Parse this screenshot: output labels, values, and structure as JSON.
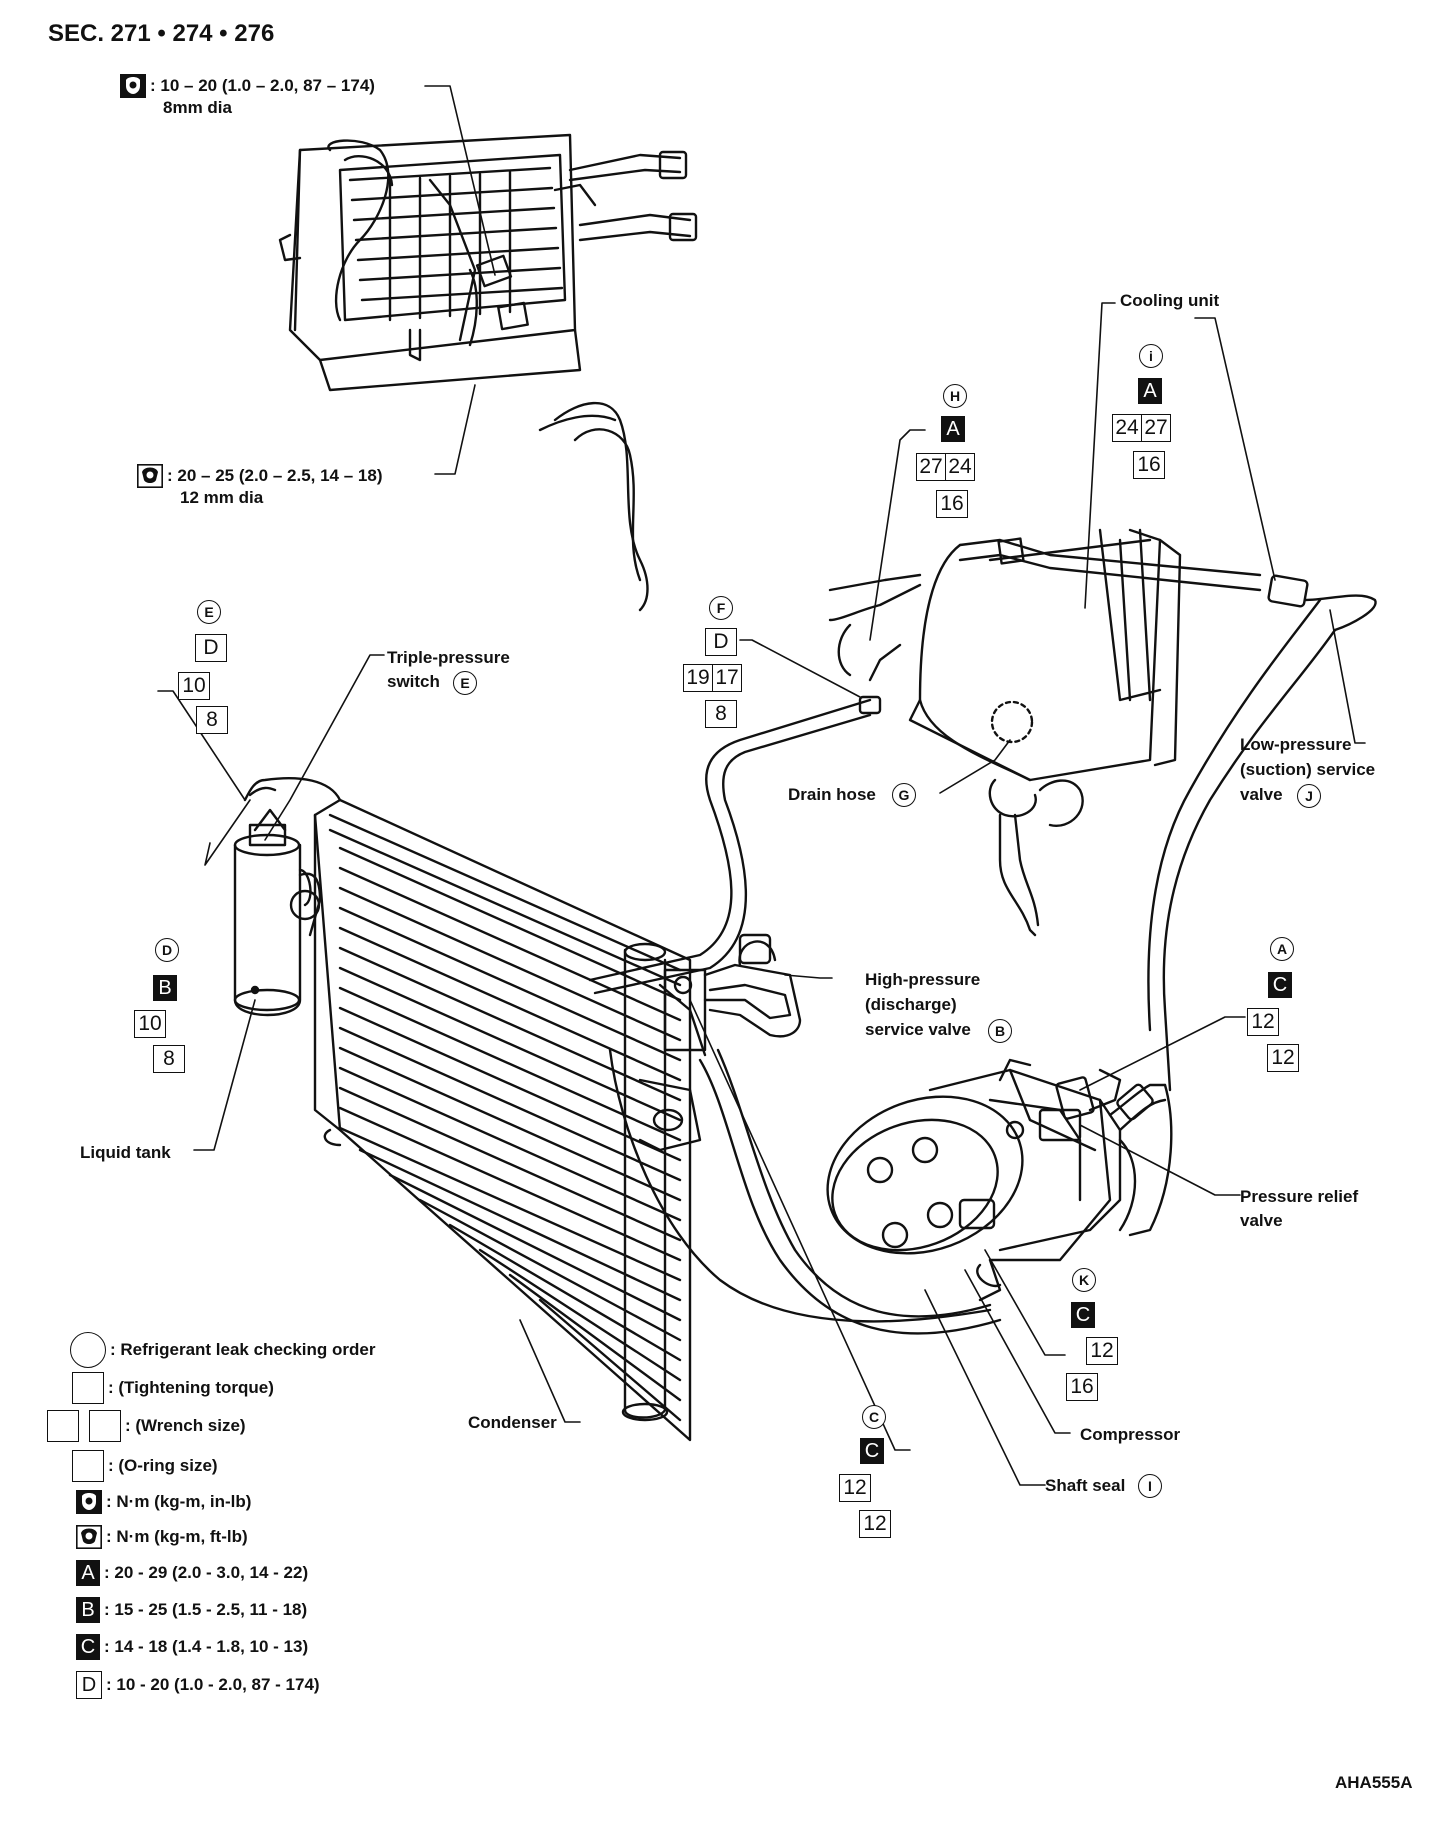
{
  "header": {
    "title": "SEC. 271 • 274 • 276"
  },
  "figure_code": "AHA555A",
  "callouts": {
    "torque_8mm": {
      "value": ": 10 – 20 (1.0 – 2.0, 87 – 174)",
      "size": "8mm dia"
    },
    "torque_12mm": {
      "value": ": 20 – 25 (2.0 – 2.5, 14 – 18)",
      "size": "12 mm dia"
    },
    "cooling_unit": "Cooling unit",
    "triple_pressure": {
      "line1": "Triple-pressure",
      "line2": "switch",
      "letter": "E"
    },
    "drain_hose": {
      "label": "Drain hose",
      "letter": "G"
    },
    "low_pressure": {
      "line1": "Low-pressure",
      "line2": "(suction) service",
      "line3": "valve",
      "letter": "J"
    },
    "high_pressure": {
      "line1": "High-pressure",
      "line2": "(discharge)",
      "line3": "service valve",
      "letter": "B"
    },
    "pressure_relief": {
      "line1": "Pressure relief",
      "line2": "valve"
    },
    "liquid_tank": "Liquid tank",
    "condenser": "Condenser",
    "compressor": "Compressor",
    "shaft_seal": {
      "label": "Shaft seal",
      "letter": "I"
    }
  },
  "joints": {
    "E": {
      "letter": "E",
      "torque": "D",
      "wrench": "10",
      "oring": "8"
    },
    "F": {
      "letter": "F",
      "torque": "D",
      "wrench_a": "19",
      "wrench_b": "17",
      "oring": "8"
    },
    "H": {
      "letter": "H",
      "torque": "A",
      "wrench_a": "27",
      "wrench_b": "24",
      "oring": "16"
    },
    "i": {
      "letter": "i",
      "torque": "A",
      "wrench_a": "24",
      "wrench_b": "27",
      "oring": "16"
    },
    "D": {
      "letter": "D",
      "torque": "B",
      "wrench": "10",
      "oring": "8"
    },
    "A": {
      "letter": "A",
      "torque": "C",
      "wrench": "12",
      "oring": "12"
    },
    "K": {
      "letter": "K",
      "torque": "C",
      "wrench": "12",
      "oring": "16"
    },
    "C": {
      "letter": "C",
      "torque": "C",
      "wrench": "12",
      "oring": "12"
    }
  },
  "legend": {
    "leak_order": ": Refrigerant leak checking order",
    "tightening": ": (Tightening torque)",
    "wrench": ": (Wrench size)",
    "oring": ": (O-ring size)",
    "nm_inlb": ": N·m (kg-m, in-lb)",
    "nm_ftlb": ": N·m (kg-m, ft-lb)",
    "A": {
      "key": "A",
      "text": ": 20 - 29 (2.0 - 3.0, 14 - 22)"
    },
    "B": {
      "key": "B",
      "text": ": 15 - 25 (1.5 - 2.5, 11 - 18)"
    },
    "C": {
      "key": "C",
      "text": ": 14 - 18 (1.4 - 1.8, 10 - 13)"
    },
    "D": {
      "key": "D",
      "text": ": 10 - 20 (1.0 - 2.0, 87 - 174)"
    }
  },
  "icons": [
    "wrench-torque-in-lb-icon",
    "wrench-torque-ft-lb-icon"
  ]
}
